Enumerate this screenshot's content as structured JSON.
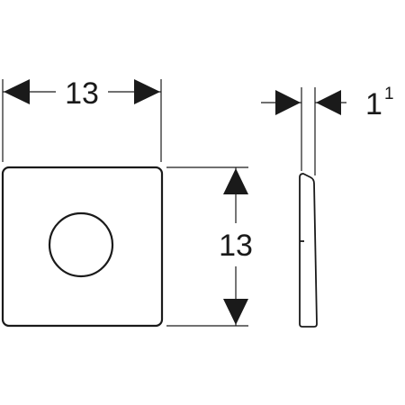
{
  "drawing": {
    "front_view": {
      "width_dimension": "13",
      "height_dimension": "13"
    },
    "side_view": {
      "thickness_dimension": "1",
      "thickness_superscript": "1"
    },
    "colors": {
      "line": "#1a1a1a",
      "background": "#ffffff"
    }
  }
}
